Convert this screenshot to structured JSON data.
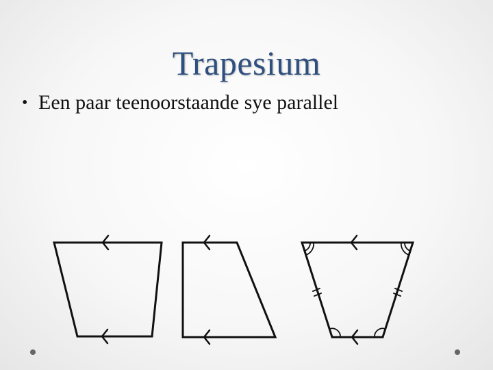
{
  "slide": {
    "title": "Trapesium",
    "bullets": [
      "Een paar teenoorstaande sye parallel"
    ]
  },
  "figures": [
    {
      "shape": "trapezium",
      "variant": "general",
      "parallel_marks": "arrow"
    },
    {
      "shape": "trapezium",
      "variant": "right-angled",
      "parallel_marks": "arrow"
    },
    {
      "shape": "trapezium",
      "variant": "isosceles",
      "parallel_marks": "arrow",
      "equal_side_marks": "double-tick",
      "equal_angle_marks": "double-arc"
    }
  ],
  "colors": {
    "title": "#2f4f7f",
    "text": "#111111",
    "lines": "#111111",
    "dots": "#666666"
  }
}
